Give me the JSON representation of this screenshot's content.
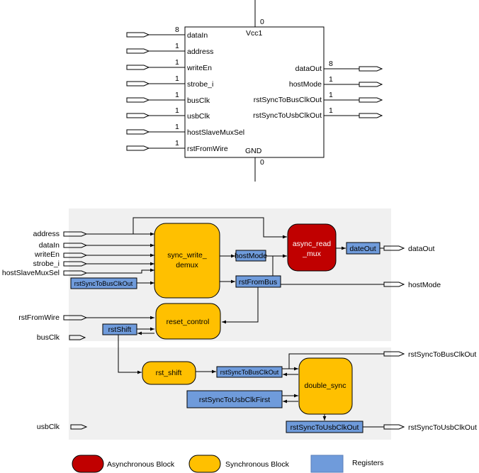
{
  "symbol": {
    "top_pin_label": "Vcc1",
    "top_pin_value": "0",
    "bottom_pin_label": "GND",
    "bottom_pin_value": "0",
    "inputs": [
      {
        "name": "dataIn",
        "width": "8"
      },
      {
        "name": "address",
        "width": "1"
      },
      {
        "name": "writeEn",
        "width": "1"
      },
      {
        "name": "strobe_i",
        "width": "1"
      },
      {
        "name": "busClk",
        "width": "1"
      },
      {
        "name": "usbClk",
        "width": "1"
      },
      {
        "name": "hostSlaveMuxSel",
        "width": "1"
      },
      {
        "name": "rstFromWire",
        "width": "1"
      }
    ],
    "outputs": [
      {
        "name": "dataOut",
        "width": "8"
      },
      {
        "name": "hostMode",
        "width": "1"
      },
      {
        "name": "rstSyncToBusClkOut",
        "width": "1"
      },
      {
        "name": "rstSyncToUsbClkOut",
        "width": "1"
      }
    ]
  },
  "block_diagram": {
    "input_ports": [
      "address",
      "dataIn",
      "writeEn",
      "strobe_i",
      "hostSlaveMuxSel",
      "rstFromWire",
      "busClk",
      "usbClk"
    ],
    "output_ports": [
      "dataOut",
      "hostMode",
      "rstSyncToBusClkOut",
      "rstSyncToUsbClkOut"
    ],
    "blocks": {
      "sync_write_demux_line1": "sync_write_",
      "sync_write_demux_line2": "demux",
      "async_read_mux_line1": "async_read",
      "async_read_mux_line2": "_mux",
      "reset_control": "reset_control",
      "rst_shift": "rst_shift",
      "double_sync": "double_sync"
    },
    "registers": {
      "hostMode": "hostMode",
      "dateOut": "dateOut",
      "rstSyncToBusClkOut_left": "rstSyncToBusClkOut",
      "rstFromBus": "rstFromBus",
      "rstShift": "rstShift",
      "rstSyncToBusClkOut_mid": "rstSyncToBusClkOut",
      "rstSyncToUsbClkFirst": "rstSyncToUsbClkFirst",
      "rstSyncToUsbClkOut": "rstSyncToUsbClkOut"
    }
  },
  "legend": {
    "async_label": "Asynchronous Block",
    "sync_label": "Synchronous Block",
    "registers_label": "Registers"
  },
  "colors": {
    "async_block": "#c00000",
    "sync_block": "#ffc000",
    "register": "#6f9bdb",
    "region": "#f0f0f0"
  }
}
